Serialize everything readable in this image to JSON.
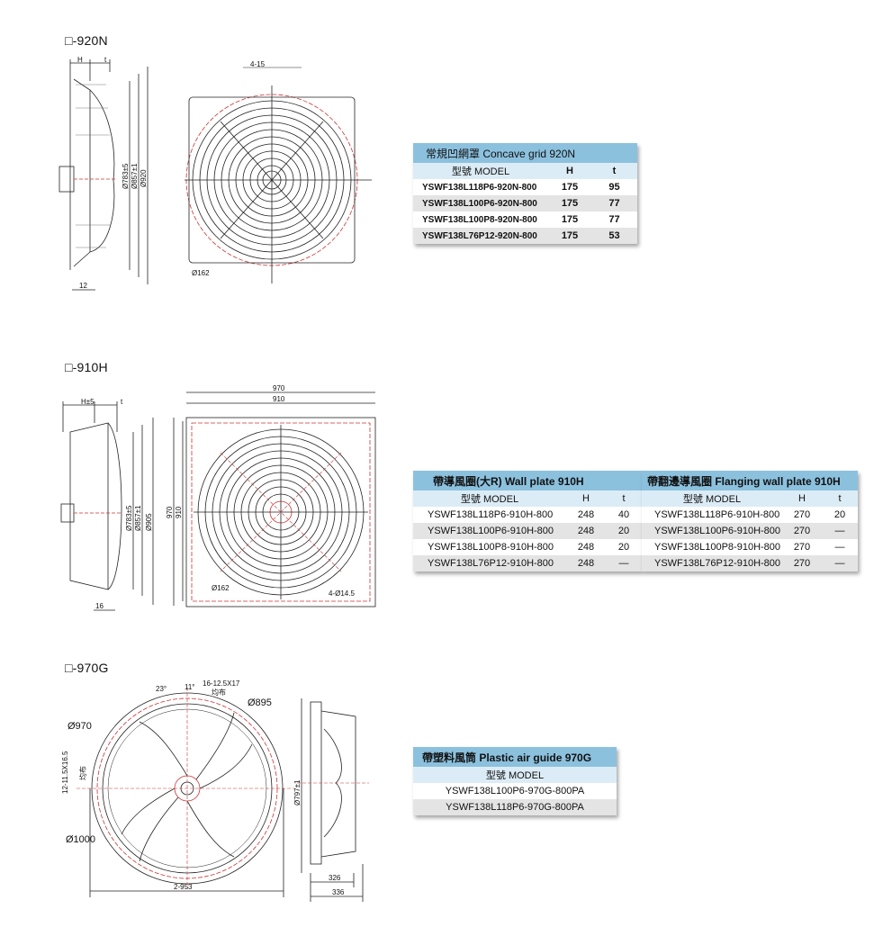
{
  "sections": {
    "s920n": {
      "title": "□-920N",
      "labels": {
        "h": "H",
        "t": "t",
        "w12": "12",
        "bolts": "4-15",
        "d162": "Ø162",
        "d783": "Ø783±5",
        "d857": "Ø857±1",
        "d920": "Ø920"
      },
      "table": {
        "header": "常規凹網罩 Concave grid  920N",
        "col_model": "型號  MODEL",
        "col_h": "H",
        "col_t": "t",
        "rows": [
          {
            "model": "YSWF138L118P6-920N-800",
            "h": "175",
            "t": "95"
          },
          {
            "model": "YSWF138L100P6-920N-800",
            "h": "175",
            "t": "77"
          },
          {
            "model": "YSWF138L100P8-920N-800",
            "h": "175",
            "t": "77"
          },
          {
            "model": "YSWF138L76P12-920N-800",
            "h": "175",
            "t": "53"
          }
        ]
      }
    },
    "s910h": {
      "title": "□-910H",
      "labels": {
        "h": "H±5",
        "t": "t",
        "w16": "16",
        "w970": "970",
        "w910": "910",
        "v970": "970",
        "v910": "910",
        "d162": "Ø162",
        "bolts": "4-Ø14.5",
        "d783": "Ø783±5",
        "d857": "Ø857±1",
        "d905": "Ø905"
      },
      "table_left": {
        "header": "帶導風圈(大R)  Wall plate 910H",
        "col_model": "型號  MODEL",
        "col_h": "H",
        "col_t": "t",
        "rows": [
          {
            "model": "YSWF138L118P6-910H-800",
            "h": "248",
            "t": "40"
          },
          {
            "model": "YSWF138L100P6-910H-800",
            "h": "248",
            "t": "20"
          },
          {
            "model": "YSWF138L100P8-910H-800",
            "h": "248",
            "t": "20"
          },
          {
            "model": "YSWF138L76P12-910H-800",
            "h": "248",
            "t": "—"
          }
        ]
      },
      "table_right": {
        "header": "帶翻邊導風圈 Flanging wall plate 910H",
        "col_model": "型號  MODEL",
        "col_h": "H",
        "col_t": "t",
        "rows": [
          {
            "model": "YSWF138L118P6-910H-800",
            "h": "270",
            "t": "20"
          },
          {
            "model": "YSWF138L100P6-910H-800",
            "h": "270",
            "t": "—"
          },
          {
            "model": "YSWF138L100P8-910H-800",
            "h": "270",
            "t": "—"
          },
          {
            "model": "YSWF138L76P12-910H-800",
            "h": "270",
            "t": "—"
          }
        ]
      }
    },
    "s970g": {
      "title": "□-970G",
      "labels": {
        "a23": "23°",
        "a11": "11°",
        "holes": "16-12.5X17",
        "holes2": "均布",
        "d895": "Ø895",
        "d970": "Ø970",
        "d1000": "Ø1000",
        "side": "12-11.5X16.5",
        "side2": "均布",
        "w953": "2-953",
        "d797": "Ø797±1",
        "w326": "326",
        "w336": "336"
      },
      "table": {
        "header": "帶塑料風筒  Plastic air guide 970G",
        "col_model": "型號  MODEL",
        "rows": [
          {
            "model": "YSWF138L100P6-970G-800PA"
          },
          {
            "model": "YSWF138L118P6-970G-800PA"
          }
        ]
      }
    }
  }
}
